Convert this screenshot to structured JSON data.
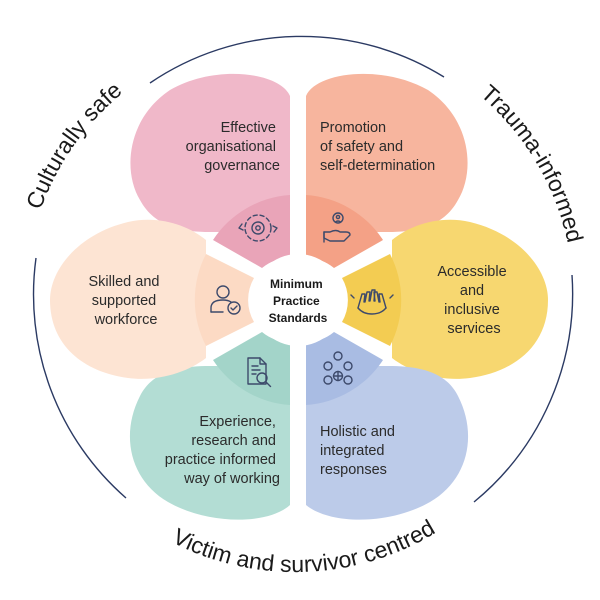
{
  "center": {
    "lines": [
      "Minimum",
      "Practice",
      "Standards"
    ]
  },
  "ring_labels": {
    "top_left": "Culturally safe",
    "top_right": "Trauma-informed",
    "bottom": "Victim and survivor centred"
  },
  "petals": [
    {
      "id": "governance",
      "lines": [
        "Effective",
        "organisational",
        "governance"
      ],
      "icon": "cogs-cycle-icon",
      "color": "#f0b8c9",
      "inner_color": "#e9a4b8"
    },
    {
      "id": "safety",
      "lines": [
        "Promotion",
        "of safety and",
        "self-determination"
      ],
      "icon": "hand-people-icon",
      "color": "#f7b59e",
      "inner_color": "#f4a186"
    },
    {
      "id": "accessible",
      "lines": [
        "Accessible",
        "and",
        "inclusive",
        "services"
      ],
      "icon": "raised-hands-icon",
      "color": "#f7d770",
      "inner_color": "#f3cc52"
    },
    {
      "id": "holistic",
      "lines": [
        "Holistic and",
        "integrated",
        "responses"
      ],
      "icon": "network-people-icon",
      "color": "#bccbe9",
      "inner_color": "#a9bce3"
    },
    {
      "id": "experience",
      "lines": [
        "Experience,",
        "research and",
        "practice informed",
        "way of working"
      ],
      "icon": "document-search-icon",
      "color": "#b3ddd4",
      "inner_color": "#a3d4c9"
    },
    {
      "id": "workforce",
      "lines": [
        "Skilled and",
        "supported",
        "workforce"
      ],
      "icon": "person-check-icon",
      "color": "#fde4d3",
      "inner_color": "#fcdac4"
    }
  ],
  "colors": {
    "ring": "#2b3a63",
    "text": "#2b2b2b"
  }
}
